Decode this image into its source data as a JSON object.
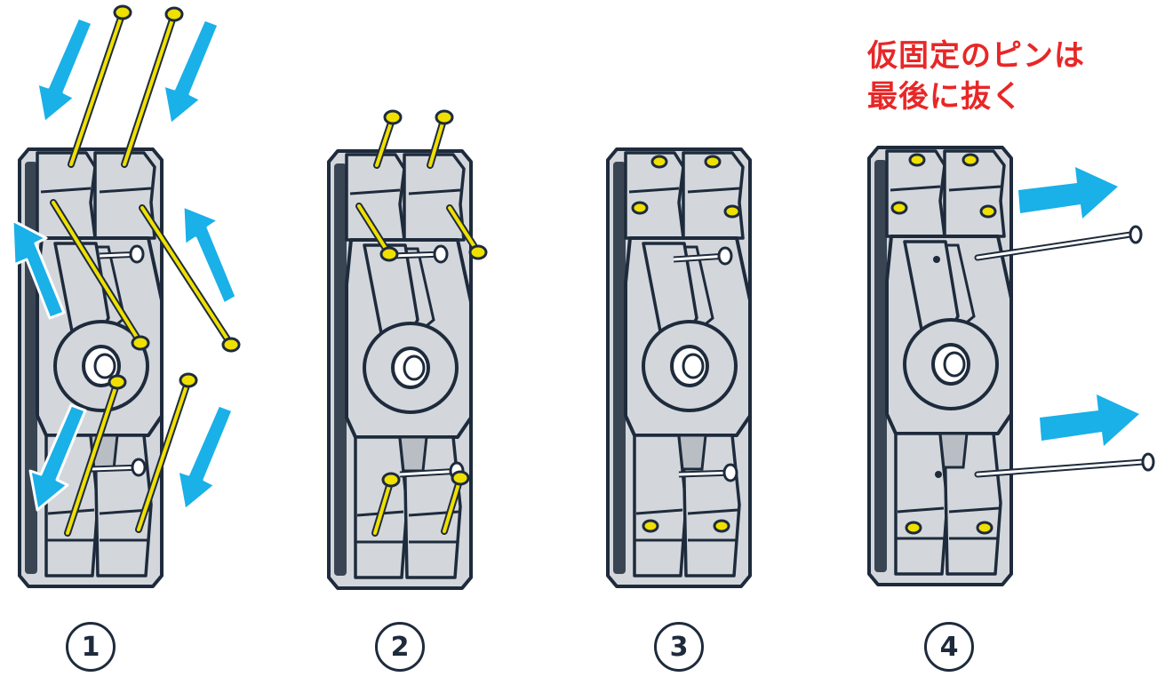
{
  "note": {
    "line1": "仮固定のピンは",
    "line2": "最後に抜く",
    "color": "#e82727"
  },
  "steps": [
    {
      "label": "1",
      "pins": "inserted",
      "arrows": "inward"
    },
    {
      "label": "2",
      "pins": "partially-driven"
    },
    {
      "label": "3",
      "pins": "fully-driven"
    },
    {
      "label": "4",
      "pins": "temporary-pins-removed",
      "arrows": "outward"
    }
  ],
  "colors": {
    "body": "#d3d7dc",
    "outline": "#1e2b3c",
    "pin": "#f0e000",
    "arrow": "#1ab0e8"
  },
  "icons": [
    "clip-bracket",
    "nail",
    "direction-arrow",
    "temporary-pin"
  ]
}
